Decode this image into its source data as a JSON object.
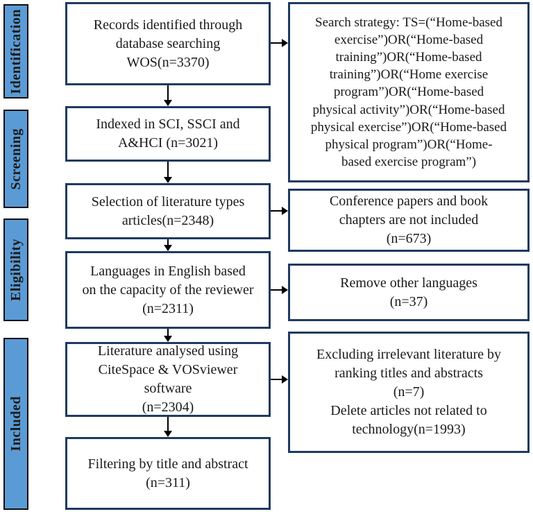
{
  "stages": [
    {
      "label": "Identification"
    },
    {
      "label": "Screening"
    },
    {
      "label": "Eligibility"
    },
    {
      "label": "Included"
    }
  ],
  "main_boxes": [
    {
      "lines": [
        "Records identified through",
        "database searching",
        "WOS(n=3370)"
      ]
    },
    {
      "lines": [
        "Indexed in SCI, SSCI and",
        "A&HCI (n=3021)"
      ]
    },
    {
      "lines": [
        "Selection of literature types",
        "articles(n=2348)"
      ]
    },
    {
      "lines": [
        "Languages in English based",
        "on the capacity of the reviewer",
        "(n=2311)"
      ]
    },
    {
      "lines": [
        "Literature analysed using",
        "CiteSpace & VOSviewer",
        "software",
        "(n=2304)"
      ]
    },
    {
      "lines": [
        "Filtering by title and abstract",
        "(n=311)"
      ]
    }
  ],
  "side_boxes": [
    {
      "lines": [
        "Search strategy: TS=(“Home-based",
        "exercise”)OR(“Home-based",
        "training”)OR(“Home-based",
        "training”)OR(“Home exercise",
        "program”)OR(“Home-based",
        "physical activity”)OR(“Home-based",
        "physical exercise”)OR(“Home-based",
        "physical program”)OR(“Home-",
        "based exercise program”)"
      ]
    },
    {
      "lines": [
        "Conference papers and book",
        "chapters are not included",
        "(n=673)"
      ]
    },
    {
      "lines": [
        "Remove other languages",
        "(n=37)"
      ]
    },
    {
      "lines": [
        "Excluding irrelevant literature by",
        "ranking titles and abstracts",
        "(n=7)",
        "Delete articles not related to",
        "technology(n=1993)"
      ]
    }
  ],
  "colors": {
    "stage_fill": "#5b9bd5",
    "stage_border": "#0d0d0d",
    "box_border": "#1f3a5f",
    "arrow": "#000000",
    "text": "#1a1a1a"
  }
}
